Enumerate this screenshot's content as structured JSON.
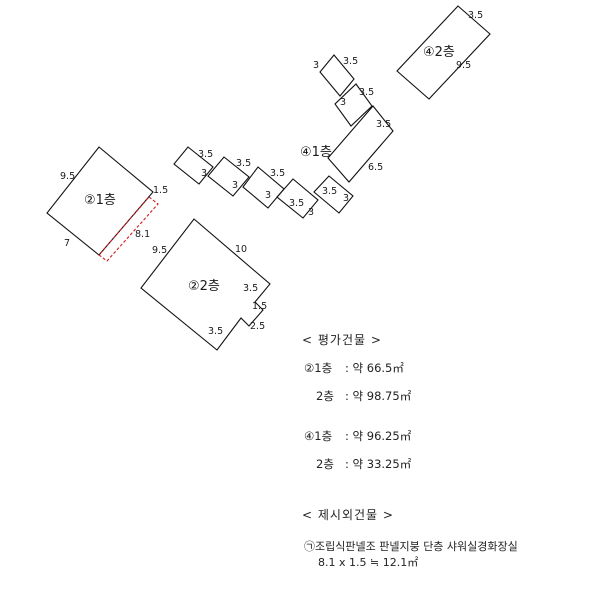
{
  "buildings": {
    "b2_1": "②1층",
    "b2_2": "②2층",
    "b4_1": "④1층",
    "b4_2": "④2층"
  },
  "dims": {
    "b2_1_top": "9.5",
    "b2_1_left": "7",
    "b2_1_ext_top": "1.5",
    "b2_1_ext_len": "8.1",
    "b2_2_left": "9.5",
    "b2_2_top": "10",
    "b2_2_right1": "3.5",
    "b2_2_right2": "1.5",
    "b2_2_notch1": "2.5",
    "b2_2_notch2": "3.5",
    "s1_top": "3.5",
    "s1_side": "3",
    "s2_top": "3.5",
    "s2_side": "3",
    "s3_top": "3.5",
    "s3_side": "3",
    "s4_top": "3.5",
    "s4_side": "3",
    "s5_top": "3.5",
    "s5_side": "3",
    "c1_left": "3",
    "c1_top": "3.5",
    "c2_left": "3",
    "c2_top": "3.5",
    "c3_top": "3.5",
    "c3_side": "6.5",
    "b4_2_top": "3.5",
    "b4_2_side": "9.5"
  },
  "legend": {
    "eval_header": "< 평가건물 >",
    "b2_1_label": "②1층",
    "b2_1_value": ": 약 66.5㎡",
    "b2_2_label": "2층",
    "b2_2_value": ": 약 98.75㎡",
    "b4_1_label": "④1층",
    "b4_1_value": ": 약 96.25㎡",
    "b4_2_label": "2층",
    "b4_2_value": ": 약 33.25㎡",
    "extra_header": "< 제시외건물 >",
    "extra_item": "㉠조립식판넬조 판넬지붕 단층 샤워실경화장실",
    "extra_calc": "8.1 x 1.5 ≒ 12.1㎡"
  }
}
